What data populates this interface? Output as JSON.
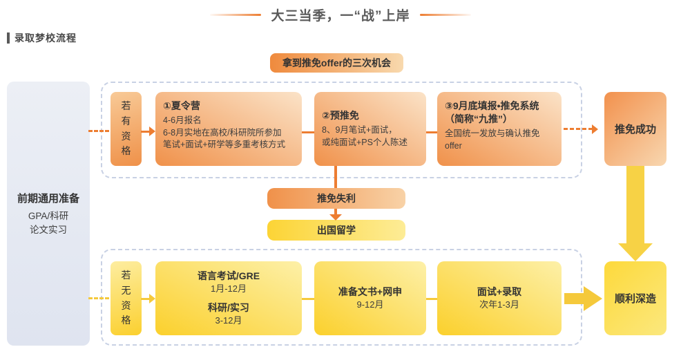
{
  "header": {
    "title": "大三当季，一“战”上岸",
    "section_title": "录取梦校流程",
    "badge": "拿到推免offer的三次机会"
  },
  "left_panel": {
    "title": "前期通用准备",
    "body": "GPA/科研\n论文实习"
  },
  "top_track": {
    "qualifier": "若有资格",
    "steps": [
      {
        "title": "①夏令营",
        "body": "4-6月报名\n6-8月实地在高校/科研院所参加\n笔试+面试+研学等多重考核方式"
      },
      {
        "title": "②预推免",
        "body": "8、9月笔试+面试，\n或纯面试+PS个人陈述"
      },
      {
        "title": "③9月底填报•推免系统\n（简称“九推”）",
        "body": "全国统一发放与确认推免\noffer"
      }
    ],
    "result": "推免成功"
  },
  "middle": {
    "fail": "推免失利",
    "abroad": "出国留学"
  },
  "bottom_track": {
    "qualifier": "若无资格",
    "steps": [
      {
        "title": "语言考试/GRE",
        "subtitle": "1月-12月",
        "title2": "科研/实习",
        "subtitle2": "3-12月"
      },
      {
        "title": "准备文书+网申",
        "subtitle": "9-12月"
      },
      {
        "title": "面试+录取",
        "subtitle": "次年1-3月"
      }
    ],
    "result": "顺利深造"
  },
  "colors": {
    "accent_orange": "#ED7D31",
    "accent_yellow": "#F5C93B",
    "panel_gray_blue": "#E4E8F2",
    "dashed_border": "#C8D1E4",
    "title_gray": "#595959"
  }
}
